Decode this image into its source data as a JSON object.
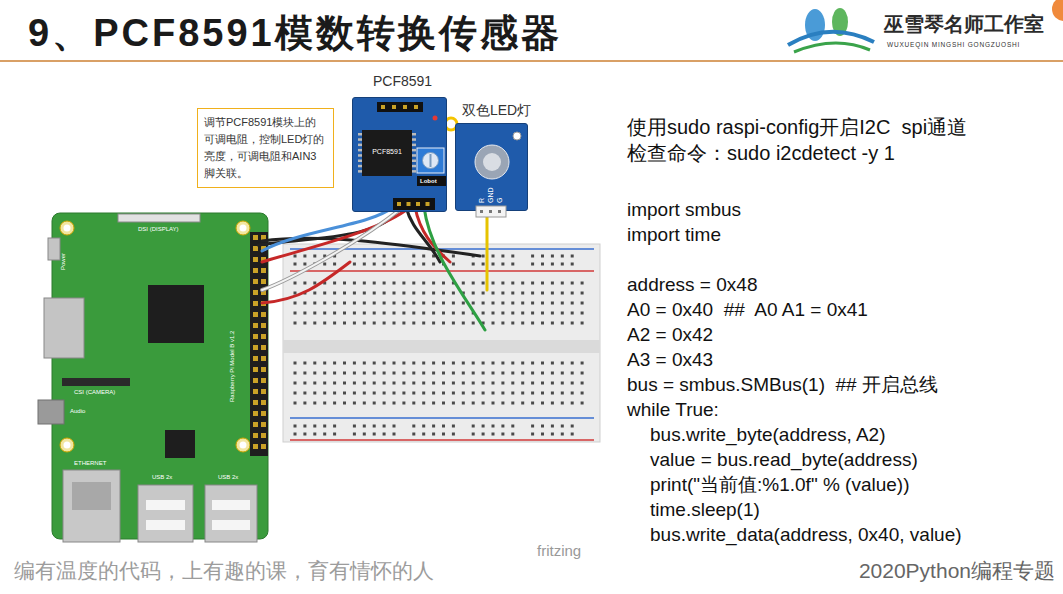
{
  "diagram": {
    "title": "9、PCF8591模数转换传感器",
    "nodes": [
      {
        "text": [
          "调节PCF8591模块上的可调电阻，控制LED灯的亮度，可调电阻和AIN3脚关联。"
        ]
      },
      {
        "text": [
          "PCF8591",
          "PCF8591",
          "Lobot"
        ]
      },
      {
        "text": [
          "双色LED灯",
          "R",
          "GND",
          "G"
        ]
      }
    ],
    "labels": [
      "巫雪琴名师工作室",
      "WUXUEQIN MINGSHI GONGZUOSHI",
      "DSI (DISPLAY)",
      "Power",
      "Raspberry Pi Model B v1.2",
      "CSI (CAMERA)",
      "Audio",
      "ETHERNET",
      "USB 2x",
      "USB 2x",
      "fritzing",
      "使用sudo raspi-config开启I2C  spi通道",
      "检查命令：sudo i2cdetect -y 1",
      "import smbus",
      "import time",
      "address = 0x48",
      "A0 = 0x40  ##  A0 A1 = 0x41",
      "A2 = 0x42",
      "A3 = 0x43",
      "bus = smbus.SMBus(1)  ## 开启总线",
      "while True:",
      "bus.write_byte(address, A2)",
      "value = bus.read_byte(address)",
      "print(\"当前值:%1.0f\" % (value))",
      "time.sleep(1)",
      "bus.write_data(address, 0x40, value)",
      "编有温度的代码，上有趣的课，育有情怀的人",
      "2020Python编程专题"
    ]
  }
}
